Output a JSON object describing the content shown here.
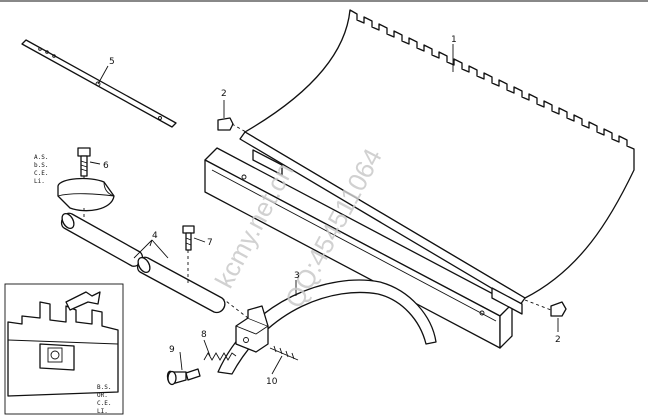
{
  "callouts": [
    "1",
    "2",
    "2",
    "3",
    "4",
    "5",
    "6",
    "7",
    "8",
    "9",
    "10"
  ],
  "codes_main": [
    "A.S.",
    "b.S.",
    "C.E.",
    "Li."
  ],
  "codes_inset": [
    "B.S.",
    "OR.",
    "C.E.",
    "LI."
  ],
  "watermark": [
    "kcmy.net.cn",
    "QQ:454511064"
  ]
}
